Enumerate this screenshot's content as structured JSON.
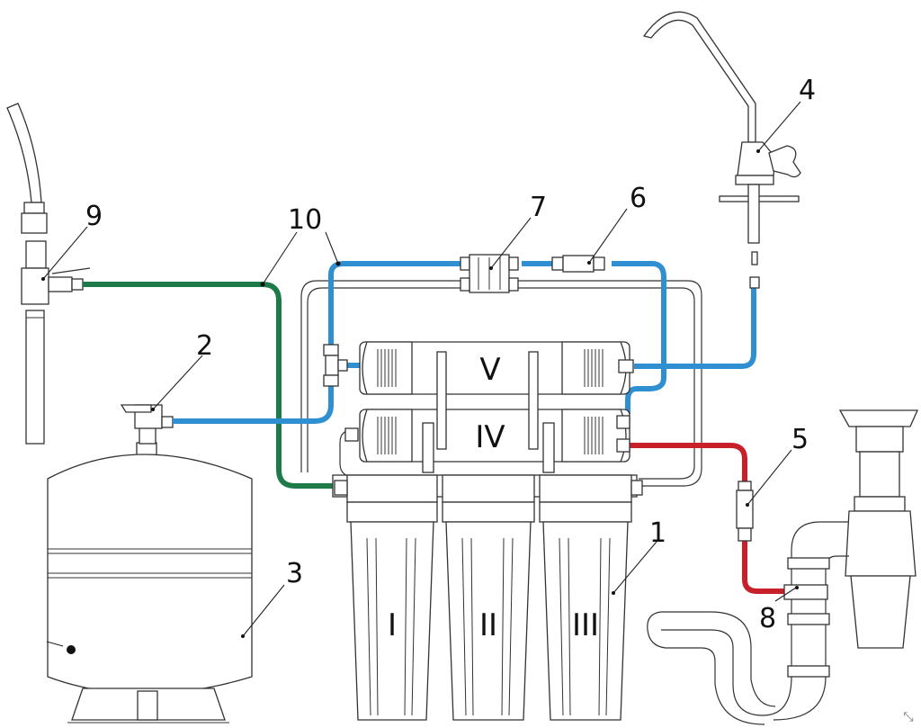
{
  "diagram": {
    "title": "Reverse osmosis water filter installation scheme",
    "colors": {
      "feed_tube": "#1f7a4a",
      "purified_tube": "#2f8fd0",
      "drain_tube": "#c8202b",
      "outline": "#333333"
    },
    "callouts": [
      {
        "id": "1",
        "label": "1",
        "part": "pre-filter housing"
      },
      {
        "id": "2",
        "label": "2",
        "part": "storage tank valve"
      },
      {
        "id": "3",
        "label": "3",
        "part": "storage tank"
      },
      {
        "id": "4",
        "label": "4",
        "part": "faucet"
      },
      {
        "id": "5",
        "label": "5",
        "part": "drain flow restrictor"
      },
      {
        "id": "6",
        "label": "6",
        "part": "check valve"
      },
      {
        "id": "7",
        "label": "7",
        "part": "shut-off valve"
      },
      {
        "id": "8",
        "label": "8",
        "part": "drain saddle"
      },
      {
        "id": "9",
        "label": "9",
        "part": "feed water adapter"
      },
      {
        "id": "10",
        "label": "10",
        "part": "tubing"
      }
    ],
    "stages": [
      {
        "label": "I"
      },
      {
        "label": "II"
      },
      {
        "label": "III"
      },
      {
        "label": "IV"
      },
      {
        "label": "V"
      }
    ]
  },
  "ui": {
    "corner_icon": "expand-icon"
  }
}
